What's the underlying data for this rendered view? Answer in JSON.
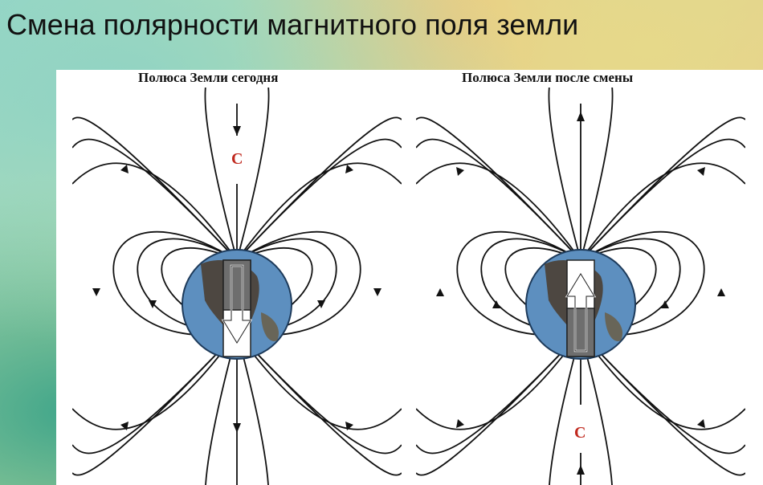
{
  "title": "Смена полярности магнитного поля земли",
  "panels": [
    {
      "caption": "Полюса Земли сегодня",
      "pole_label": "С",
      "arrow": "down"
    },
    {
      "caption": "Полюса Земли после смены",
      "pole_label": "С",
      "arrow": "up"
    }
  ],
  "colors": {
    "pole_label": "#c0281e",
    "lines": "#111111",
    "globe_ocean": "#5d8fbf"
  }
}
